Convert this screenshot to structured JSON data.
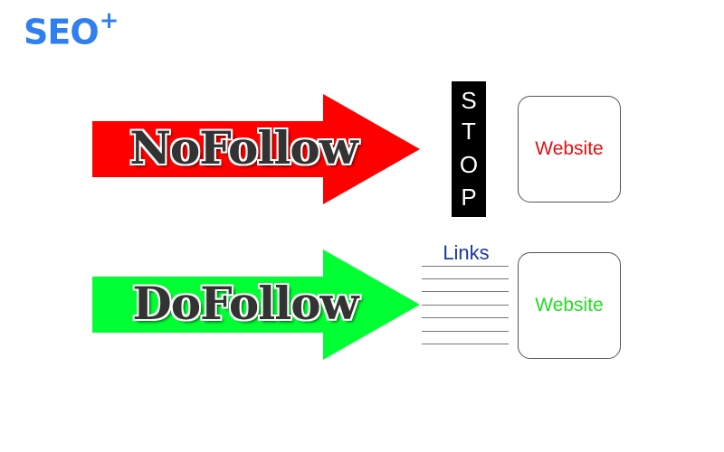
{
  "logo": {
    "text": "SEO",
    "plus": "+",
    "color": "#2f7ff0"
  },
  "nofollow": {
    "label": "NoFollow",
    "arrow_color": "#ff0000"
  },
  "dofollow": {
    "label": "DoFollow",
    "arrow_color": "#00ff33"
  },
  "stop": {
    "letters": [
      "S",
      "T",
      "O",
      "P"
    ]
  },
  "website_top": {
    "label": "Website",
    "color": "#e01010"
  },
  "website_bottom": {
    "label": "Website",
    "color": "#22dd22"
  },
  "links": {
    "label": "Links",
    "color": "#1a3a9c"
  }
}
